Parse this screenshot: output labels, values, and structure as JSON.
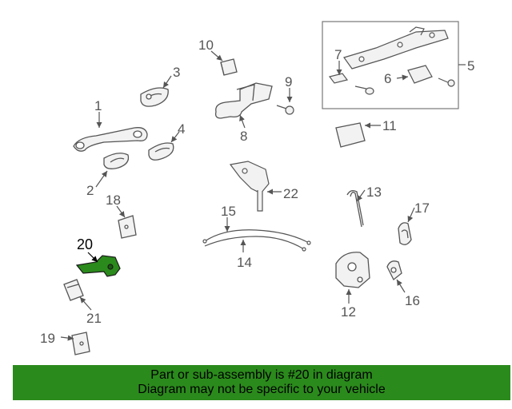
{
  "callouts": {
    "c1": "1",
    "c2": "2",
    "c3": "3",
    "c4": "4",
    "c5": "5",
    "c6": "6",
    "c7": "7",
    "c8": "8",
    "c9": "9",
    "c10": "10",
    "c11": "11",
    "c12": "12",
    "c13": "13",
    "c14": "14",
    "c15": "15",
    "c16": "16",
    "c17": "17",
    "c18": "18",
    "c19": "19",
    "c20": "20",
    "c21": "21",
    "c22": "22"
  },
  "highlighted_part": "20",
  "colors": {
    "highlight": "#2b8a1c",
    "part_fill": "#e8e8e8",
    "stroke": "#555555"
  },
  "banner": {
    "line1": "Part or sub-assembly is #20 in diagram",
    "line2": "Diagram may not be specific to your vehicle"
  }
}
